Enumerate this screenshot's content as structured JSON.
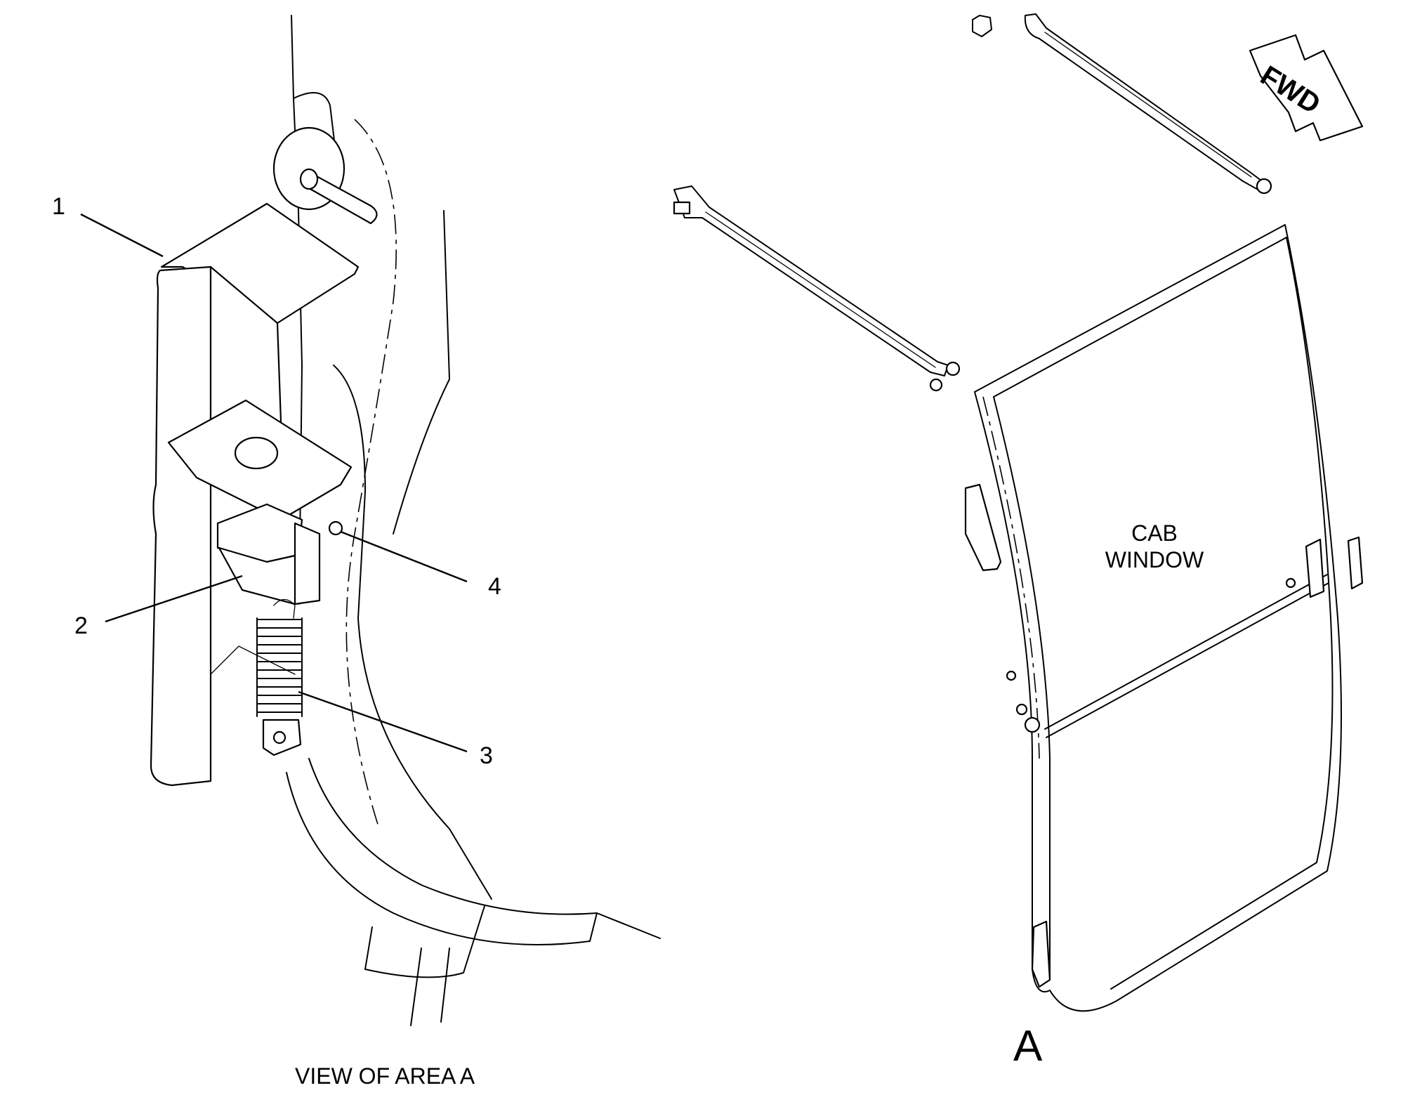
{
  "callouts": [
    {
      "id": "1",
      "label": "1"
    },
    {
      "id": "2",
      "label": "2"
    },
    {
      "id": "3",
      "label": "3"
    },
    {
      "id": "4",
      "label": "4"
    }
  ],
  "view_caption": "VIEW OF AREA A",
  "area_marker": "A",
  "window_label": {
    "line1": "CAB",
    "line2": "WINDOW"
  },
  "direction_arrow": "FWD"
}
